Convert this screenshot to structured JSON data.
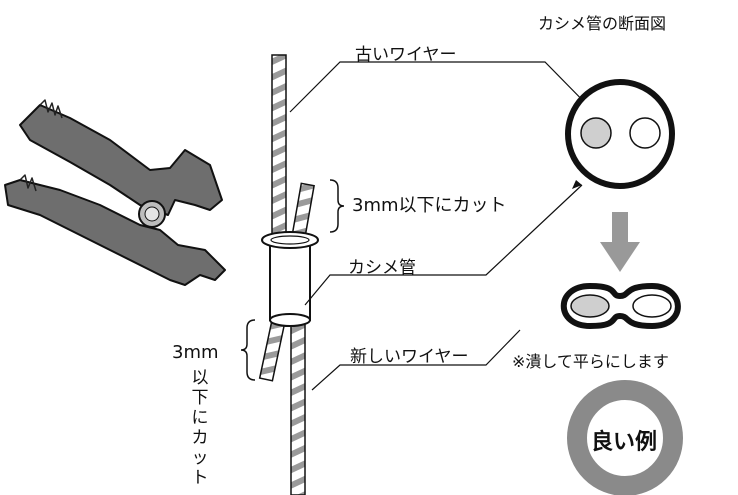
{
  "labels": {
    "cross_section_title": "カシメ管の断面図",
    "old_wire": "古いワイヤー",
    "cut_top": "3mm以下にカット",
    "sleeve": "カシメ管",
    "new_wire": "新しいワイヤー",
    "flatten_note": "※潰して平らにします",
    "cut_bottom_num": "3mm",
    "cut_bottom_vertical": "以下にカット",
    "good_example": "良い例"
  },
  "colors": {
    "outline": "#111111",
    "tool_gray": "#6e6e6e",
    "wire_fill": "#dcdcdc",
    "good_ring": "#8a8a8a",
    "arrow_gray": "#999999"
  }
}
